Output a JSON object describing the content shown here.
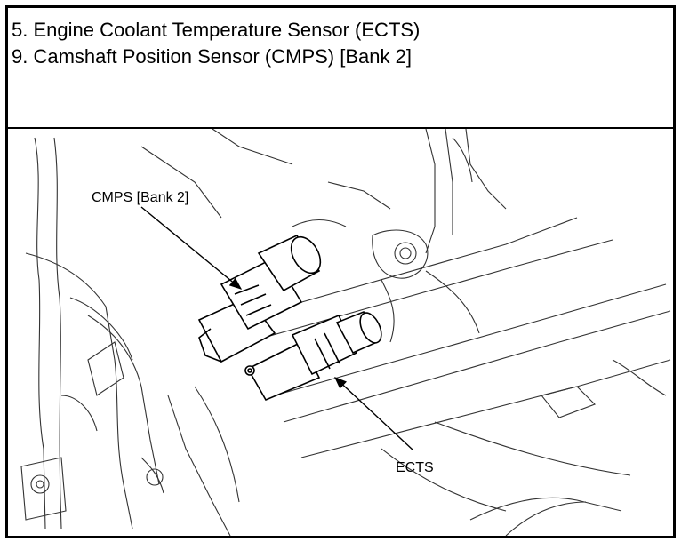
{
  "header": {
    "lines": [
      "5. Engine Coolant Temperature Sensor (ECTS)",
      "9. Camshaft Position Sensor (CMPS) [Bank 2]"
    ]
  },
  "figure": {
    "callouts": {
      "cmps": "CMPS [Bank 2]",
      "ects": "ECTS"
    }
  }
}
